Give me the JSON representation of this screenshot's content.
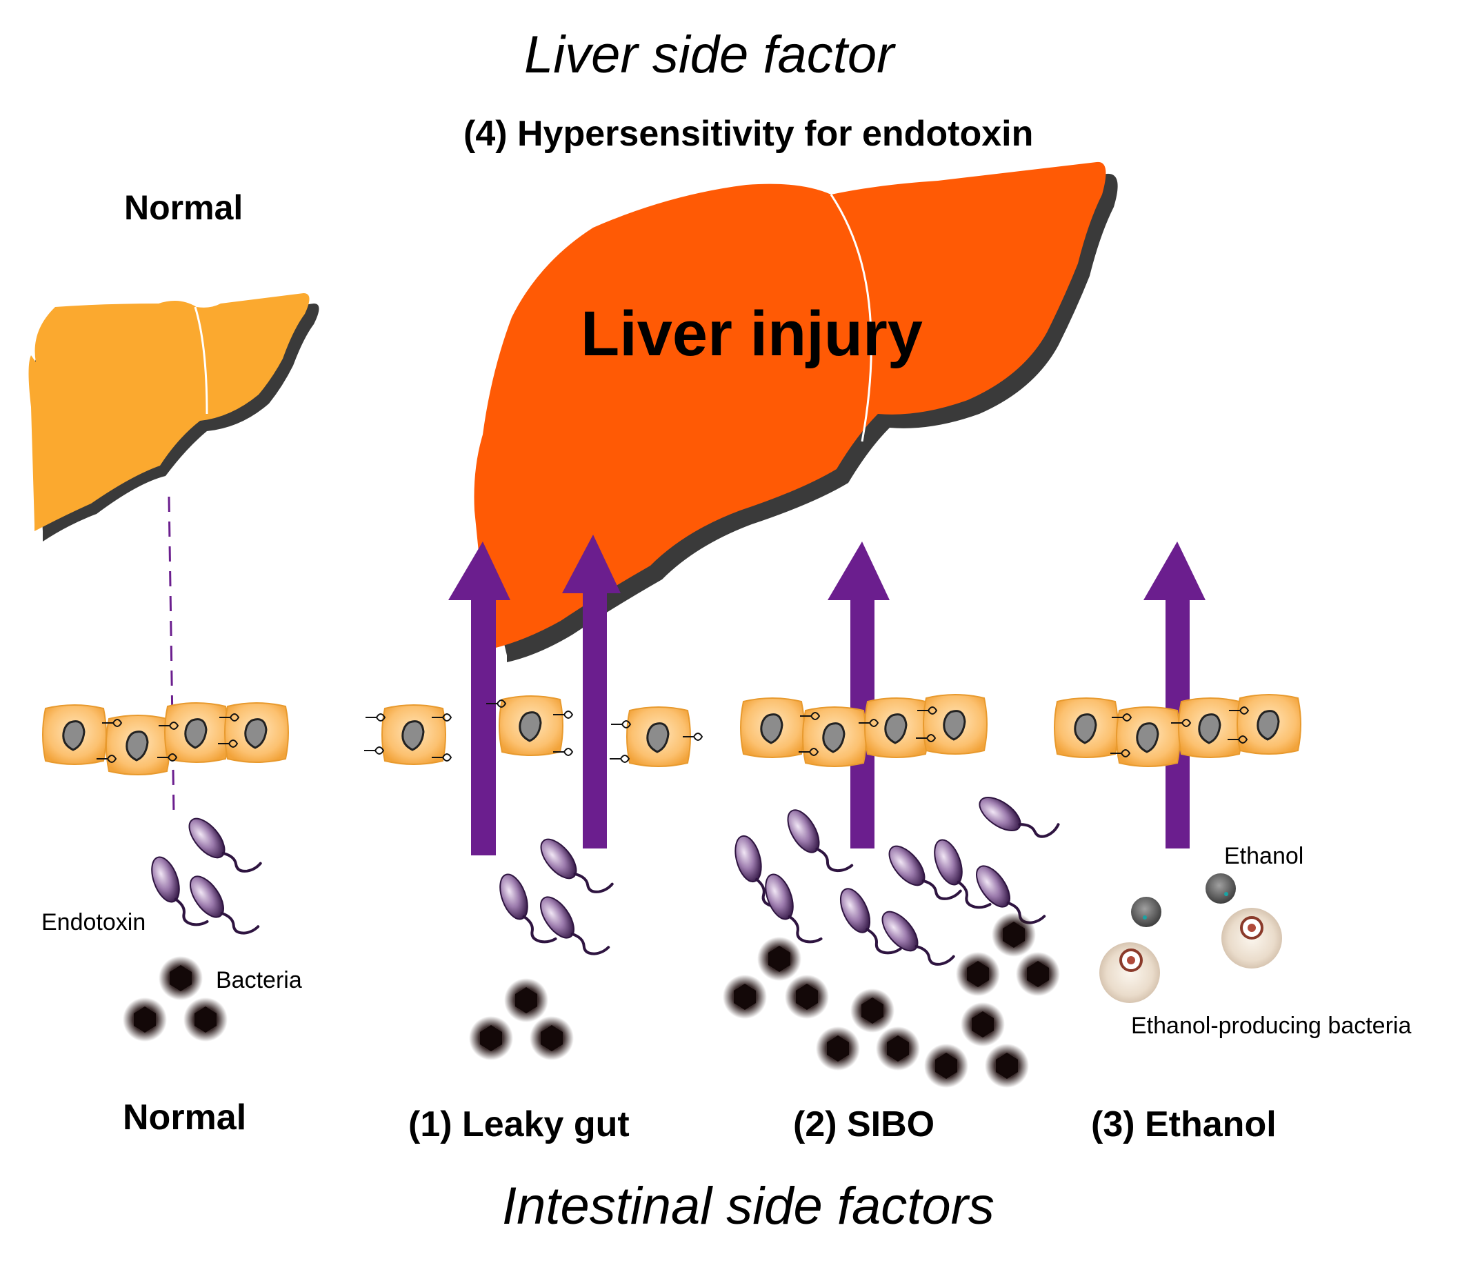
{
  "titles": {
    "top": "Liver side factor",
    "bottom": "Intestinal side factors"
  },
  "liver": {
    "hypersensitivity_label": "(4) Hypersensitivity for endotoxin",
    "normal_label": "Normal",
    "injury_label": "Liver injury"
  },
  "legend": {
    "endotoxin": "Endotoxin",
    "bacteria": "Bacteria",
    "ethanol": "Ethanol",
    "ethanol_bacteria": "Ethanol-producing bacteria"
  },
  "conditions": [
    {
      "label": "Normal"
    },
    {
      "label": "(1) Leaky gut"
    },
    {
      "label": "(2) SIBO"
    },
    {
      "label": "(3) Ethanol"
    }
  ],
  "colors": {
    "normal_liver": "#FBA92F",
    "injured_liver": "#FF5A05",
    "liver_shadow": "#3a3a3a",
    "arrow": "#6B1E8E",
    "cell_fill": "#FCC170",
    "cell_nucleus": "#888888",
    "endotoxin": "#7a5a8a",
    "bacteria": "#2a1a1a"
  }
}
